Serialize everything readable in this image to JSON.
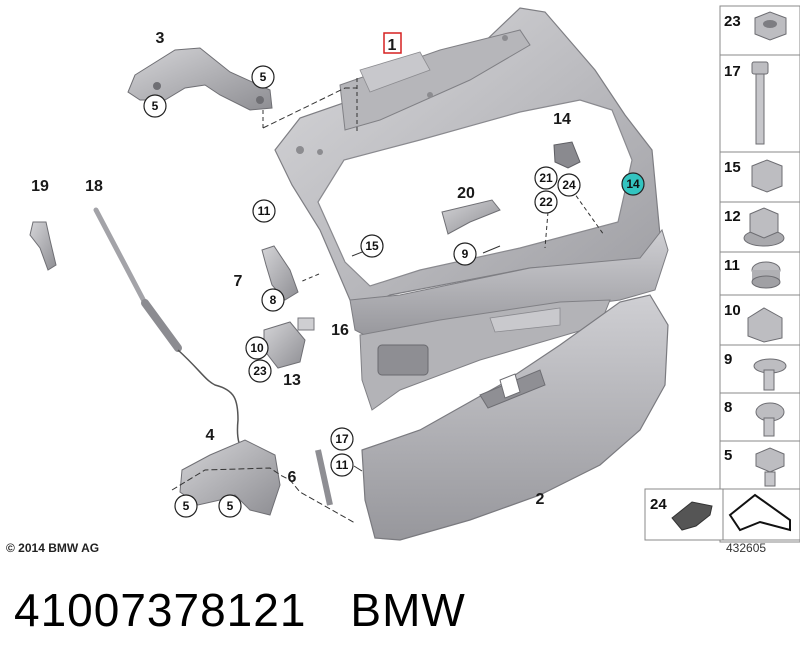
{
  "diagram": {
    "copyright": "© 2014 BMW AG",
    "image_number": "432605",
    "highlighted_part": "1",
    "callouts": {
      "c1": "1",
      "c2": "2",
      "c3": "3",
      "c4": "4",
      "c5a": "5",
      "c5b": "5",
      "c5c": "5",
      "c5d": "5",
      "c6": "6",
      "c7": "7",
      "c8": "8",
      "c9": "9",
      "c10": "10",
      "c11a": "11",
      "c11b": "11",
      "c13": "13",
      "c14a": "14",
      "c14b": "14",
      "c15": "15",
      "c16": "16",
      "c17": "17",
      "c18": "18",
      "c19": "19",
      "c20": "20",
      "c21": "21",
      "c22": "22",
      "c23": "23",
      "c24": "24"
    },
    "legend": [
      "23",
      "17",
      "15",
      "12",
      "11",
      "10",
      "9",
      "8",
      "5"
    ],
    "legend_bottom": "24"
  },
  "caption": {
    "part_number": "41007378121",
    "brand": "BMW"
  }
}
